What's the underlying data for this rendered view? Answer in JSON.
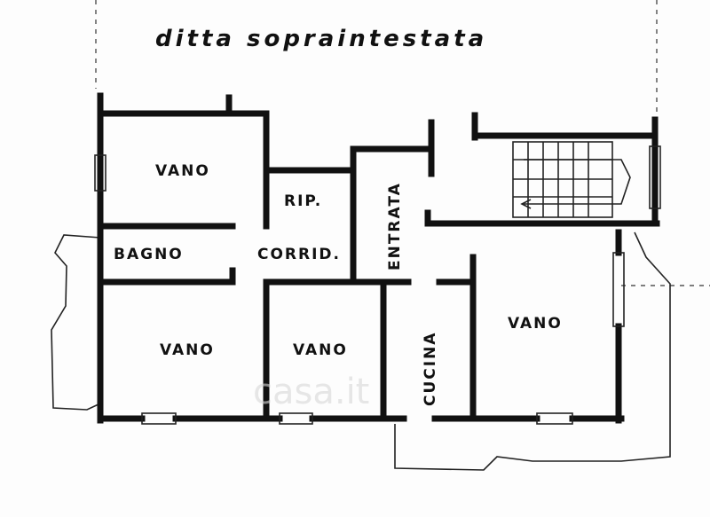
{
  "title": "ditta sopraintestata",
  "rooms": {
    "vano_top_left": "VANO",
    "rip": "RIP.",
    "entrata": "ENTRATA",
    "bagno": "BAGNO",
    "corridoio": "CORRID.",
    "vano_bottom_left": "VANO",
    "vano_bottom_mid": "VANO",
    "cucina": "CUCINA",
    "vano_right": "VANO"
  },
  "watermark": "casa.it"
}
